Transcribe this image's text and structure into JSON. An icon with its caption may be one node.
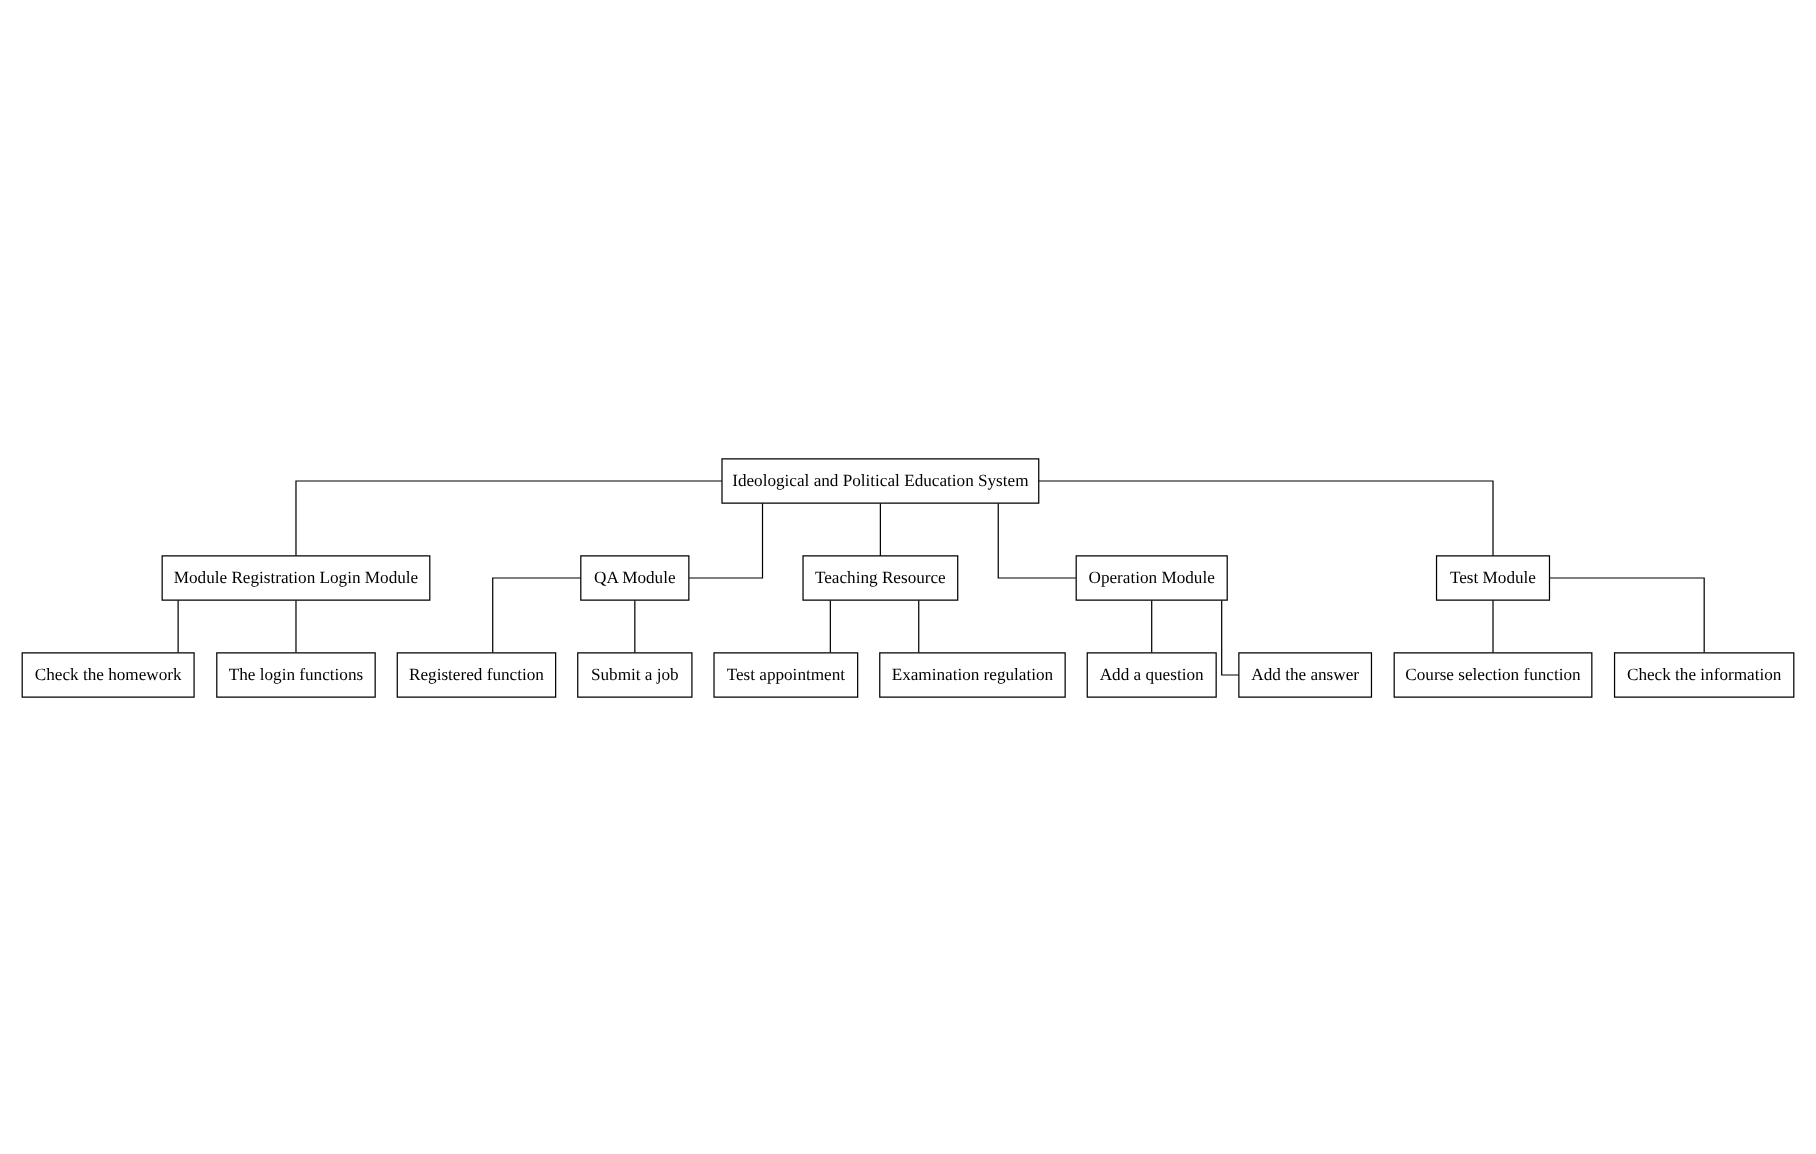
{
  "diagram": {
    "nodes": [
      {
        "text": [
          "Ideological and Political Education System"
        ]
      },
      {
        "text": [
          "Module Registration Login Module"
        ]
      },
      {
        "text": [
          "QA Module"
        ]
      },
      {
        "text": [
          "Teaching Resource"
        ]
      },
      {
        "text": [
          "Operation Module"
        ]
      },
      {
        "text": [
          "Test Module"
        ]
      },
      {
        "text": [
          "Check the homework"
        ]
      },
      {
        "text": [
          "The login functions"
        ]
      },
      {
        "text": [
          "Registered function"
        ]
      },
      {
        "text": [
          "Submit a job"
        ]
      },
      {
        "text": [
          "Test appointment"
        ]
      },
      {
        "text": [
          "Examination regulation"
        ]
      },
      {
        "text": [
          "Add a question"
        ]
      },
      {
        "text": [
          "Add the answer"
        ]
      },
      {
        "text": [
          "Course selection function"
        ]
      },
      {
        "text": [
          "Check the information"
        ]
      }
    ],
    "edges": [
      {
        "from": 0,
        "to": 1,
        "arrow": "none"
      },
      {
        "from": 0,
        "to": 2,
        "arrow": "none"
      },
      {
        "from": 0,
        "to": 3,
        "arrow": "none"
      },
      {
        "from": 0,
        "to": 4,
        "arrow": "none"
      },
      {
        "from": 0,
        "to": 5,
        "arrow": "none"
      },
      {
        "from": 1,
        "to": 6,
        "arrow": "none"
      },
      {
        "from": 1,
        "to": 7,
        "arrow": "none"
      },
      {
        "from": 2,
        "to": 8,
        "arrow": "none"
      },
      {
        "from": 2,
        "to": 9,
        "arrow": "none"
      },
      {
        "from": 3,
        "to": 10,
        "arrow": "none"
      },
      {
        "from": 3,
        "to": 11,
        "arrow": "none"
      },
      {
        "from": 4,
        "to": 12,
        "arrow": "none"
      },
      {
        "from": 4,
        "to": 13,
        "arrow": "none"
      },
      {
        "from": 5,
        "to": 14,
        "arrow": "none"
      },
      {
        "from": 5,
        "to": 15,
        "arrow": "none"
      }
    ]
  }
}
